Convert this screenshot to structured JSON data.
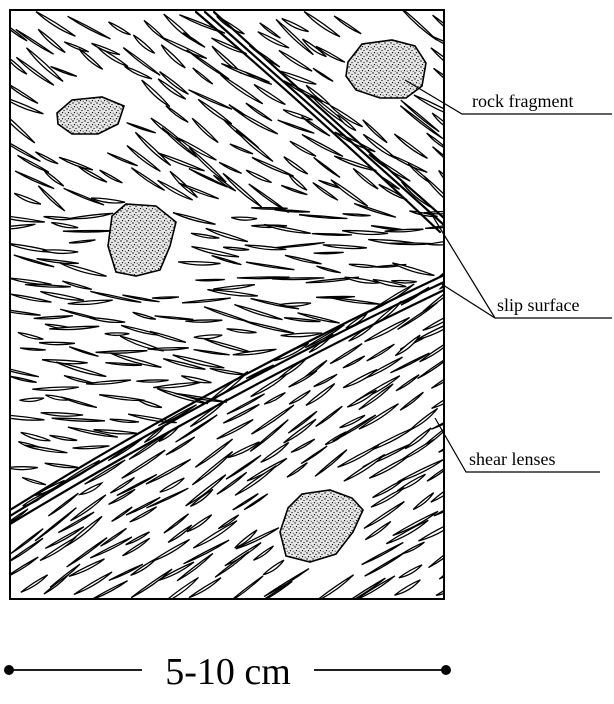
{
  "labels": {
    "rock_fragment": "rock fragment",
    "slip_surface": "slip surface",
    "shear_lenses": "shear lenses"
  },
  "scale": {
    "text": "5-10 cm"
  },
  "colors": {
    "ink": "#000000",
    "fragment_fill": "#e6e6e6",
    "background": "#ffffff"
  }
}
